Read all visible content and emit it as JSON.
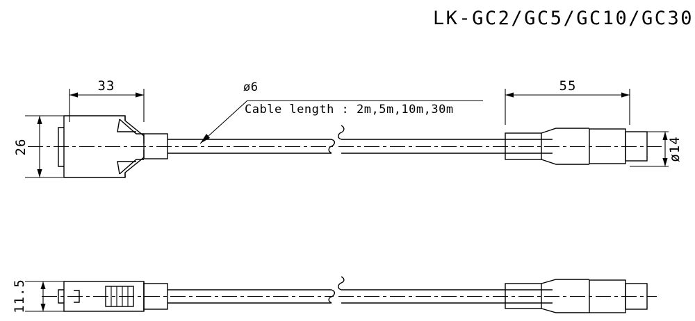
{
  "drawing": {
    "title": "LK-GC2/GC5/GC10/GC30",
    "line_color": "#000000",
    "background_color": "#ffffff",
    "views": {
      "top": {
        "name": "front-elevation-view"
      },
      "bottom": {
        "name": "plan-side-view"
      }
    },
    "dimensions": {
      "left_connector_length": "33",
      "left_connector_height": "26",
      "right_connector_length": "55",
      "right_connector_diameter": "ø14",
      "side_view_height": "11.5"
    },
    "notes": {
      "cable_diameter": "ø6",
      "cable_length": "Cable length : 2m,5m,10m,30m"
    }
  }
}
